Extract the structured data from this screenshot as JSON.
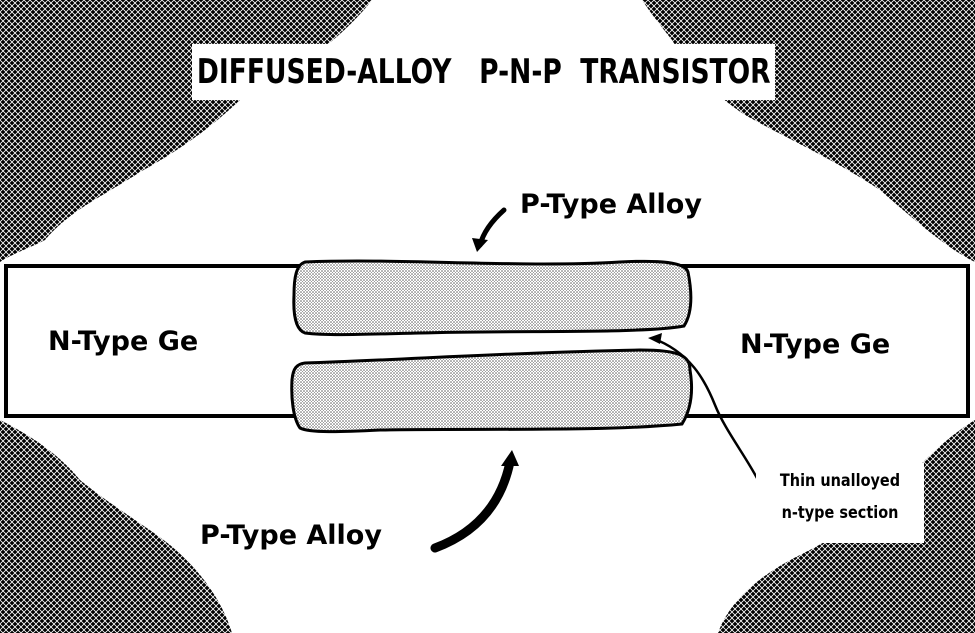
{
  "diagram": {
    "title": "DIFFUSED-ALLOY   P-N-P  TRANSISTOR",
    "labels": {
      "n_type_left": "N-Type Ge",
      "n_type_right": "N-Type Ge",
      "p_alloy_top": "P-Type Alloy",
      "p_alloy_bottom": "P-Type Alloy"
    },
    "annotation": {
      "line1": "Thin unalloyed",
      "line2": "n-type section"
    }
  },
  "colors": {
    "background": "#ffffff",
    "ink": "#000000",
    "hatch_dark": "#1a1a1a",
    "stipple_fill": "#cfcfcf"
  }
}
